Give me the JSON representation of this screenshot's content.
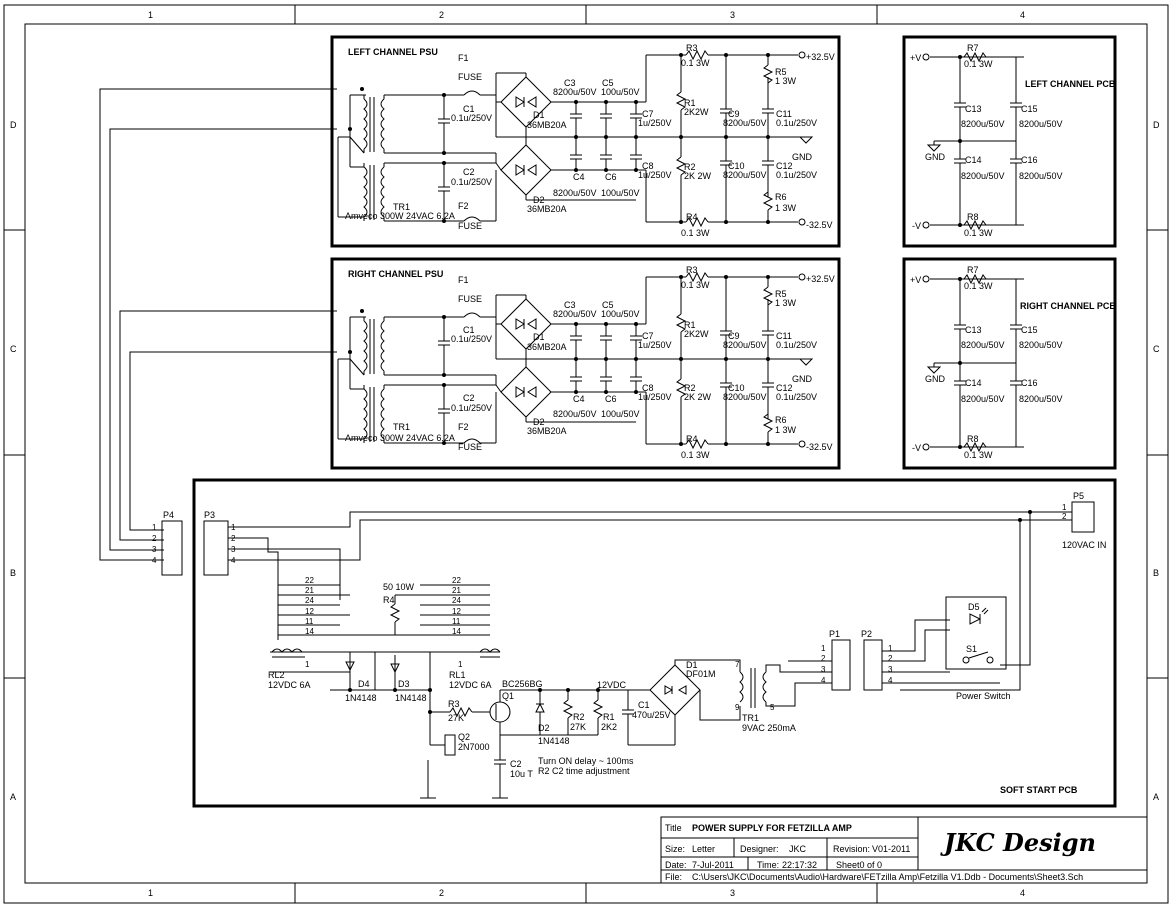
{
  "border": {
    "col_labels": [
      "1",
      "2",
      "3",
      "4"
    ],
    "row_labels": [
      "D",
      "C",
      "B",
      "A"
    ]
  },
  "blocks": {
    "left_psu_title": "LEFT CHANNEL PSU",
    "right_psu_title": "RIGHT CHANNEL PSU",
    "left_pcb_title": "LEFT CHANNEL PCB",
    "right_pcb_title": "RIGHT CHANNEL PCB",
    "soft_start_title": "SOFT START PCB"
  },
  "psu": {
    "f1": "F1",
    "f2": "F2",
    "fuse": "FUSE",
    "c1": "C1",
    "c1v": "0.1u/250V",
    "c2": "C2",
    "c2v": "0.1u/250V",
    "tr1": "TR1",
    "tr1v": "Amveco 300W 24VAC 6.2A",
    "d1": "D1",
    "d1v": "36MB20A",
    "d2": "D2",
    "d2v": "36MB20A",
    "c3": "C3",
    "c3v": "8200u/50V",
    "c4": "C4",
    "c4v": "8200u/50V",
    "c5": "C5",
    "c5v": "100u/50V",
    "c6": "C6",
    "c6v": "100u/50V",
    "c7": "C7",
    "c7v": "1u/250V",
    "c8": "C8",
    "c8v": "1u/250V",
    "r1": "R1",
    "r1v": "2K2W",
    "r2": "R2",
    "r2v": "2K 2W",
    "r3": "R3",
    "r3v": "0.1  3W",
    "r4": "R4",
    "r4v": "0.1  3W",
    "c9": "C9",
    "c9v": "8200u/50V",
    "c10": "C10",
    "c10v": "8200u/50V",
    "c11": "C11",
    "c11v": "0.1u/250V",
    "c12": "C12",
    "c12v": "0.1u/250V",
    "r5": "R5",
    "r5v": "1  3W",
    "r6": "R6",
    "r6v": "1  3W",
    "vpos": "+32.5V",
    "vneg": "-32.5V",
    "gnd": "GND"
  },
  "pcb": {
    "vpos": "+V",
    "vneg": "-V",
    "gnd": "GND",
    "r7": "R7",
    "r7v": "0.1  3W",
    "r8": "R8",
    "r8v": "0.1  3W",
    "c13": "C13",
    "c13v": "8200u/50V",
    "c14": "C14",
    "c14v": "8200u/50V",
    "c15": "C15",
    "c15v": "8200u/50V",
    "c16": "C16",
    "c16v": "8200u/50V"
  },
  "soft": {
    "p4": "P4",
    "p3": "P3",
    "p5": "P5",
    "p1": "P1",
    "p2": "P2",
    "pins": [
      "1",
      "2",
      "3",
      "4"
    ],
    "p5_pins": [
      "1",
      "2"
    ],
    "vac_in": "120VAC IN",
    "r4": "R4",
    "r4v": "50 10W",
    "relay_pins_a": [
      "22",
      "21",
      "24",
      "12",
      "11",
      "14"
    ],
    "rl2": "RL2",
    "rl2v": "12VDC 6A",
    "rl1": "RL1",
    "rl1v": "12VDC 6A",
    "d4": "D4",
    "d4v": "1N4148",
    "d3": "D3",
    "d3v": "1N4148",
    "r3": "R3",
    "r3v": "27K",
    "q1": "Q1",
    "q1v": "BC256BG",
    "q2": "Q2",
    "q2v": "2N7000",
    "d2": "D2",
    "d2v": "1N4148",
    "r2": "R2",
    "r2v": "27K",
    "r1": "R1",
    "r1v": "2K2",
    "c2": "C2",
    "c2v": "10u T",
    "c1": "C1",
    "c1v": "470u/25V",
    "v12": "12VDC",
    "d1": "D1",
    "d1v": "DF01M",
    "tr1": "TR1",
    "tr1v": "9VAC 250mA",
    "tr_pins": [
      "7",
      "9",
      "5"
    ],
    "d5": "D5",
    "s1": "S1",
    "power_switch": "Power Switch",
    "note1": "Turn ON delay ~ 100ms",
    "note2": "R2 C2 time adjustment",
    "one": "1"
  },
  "titleblock": {
    "title_label": "Title",
    "title": "POWER SUPPLY FOR FETZILLA AMP",
    "size_label": "Size:",
    "size": "Letter",
    "designer_label": "Designer:",
    "designer": "JKC",
    "revision_label": "Revision:",
    "revision": "V01-2011",
    "date_label": "Date:",
    "date": "7-Jul-2011",
    "time_label": "Time:",
    "time": "22:17:32",
    "sheet": "Sheet0    of 0",
    "file_label": "File:",
    "file": "C:\\Users\\JKC\\Documents\\Audio\\Hardware\\FETzilla Amp\\Fetzilla V1.Ddb - Documents\\Sheet3.Sch",
    "logo": "JKC Design"
  }
}
